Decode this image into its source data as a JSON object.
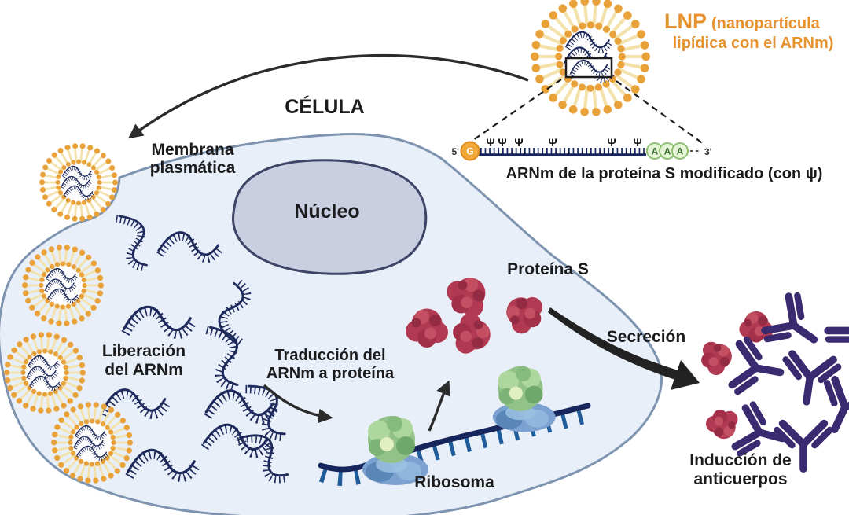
{
  "colors": {
    "cell_fill": "#e9eff8",
    "membrane_stroke": "#7d93b0",
    "nucleus_fill": "#c9cee1",
    "nucleus_stroke": "#3d4466",
    "mrna_navy": "#1e2a5c",
    "strand_tick_blue": "#1f5c99",
    "lnp_orange": "#e9a23a",
    "lnp_tail": "#f3e2ab",
    "lnp_text_orange": "#e8922e",
    "protein_red": "#b13a52",
    "antibody_purple": "#3a2a70",
    "arrow_black": "#2b2b2b",
    "polya_fill": "#e6f4d8",
    "polya_stroke": "#8dbf70"
  },
  "labels": {
    "lnp_title": "LNP",
    "lnp_subtitle_1": "(nanopartícula",
    "lnp_subtitle_2": "lipídica con el ARNm)",
    "mrna_caption": "ARNm de la proteína S modificado (con ψ)",
    "five_prime": "5'",
    "three_prime": "3'",
    "cap_g": "G",
    "a_letter": "A",
    "psi_symbol": "Ψ",
    "cell": "CÉLULA",
    "membrane_1": "Membrana",
    "membrane_2": "plasmática",
    "nucleus": "Núcleo",
    "release_1": "Liberación",
    "release_2": "del ARNm",
    "translation_1": "Traducción del",
    "translation_2": "ARNm a proteína",
    "ribosome": "Ribosoma",
    "protein_s": "Proteína S",
    "secretion": "Secreción",
    "induction_1": "Inducción de",
    "induction_2": "anticuerpos"
  }
}
